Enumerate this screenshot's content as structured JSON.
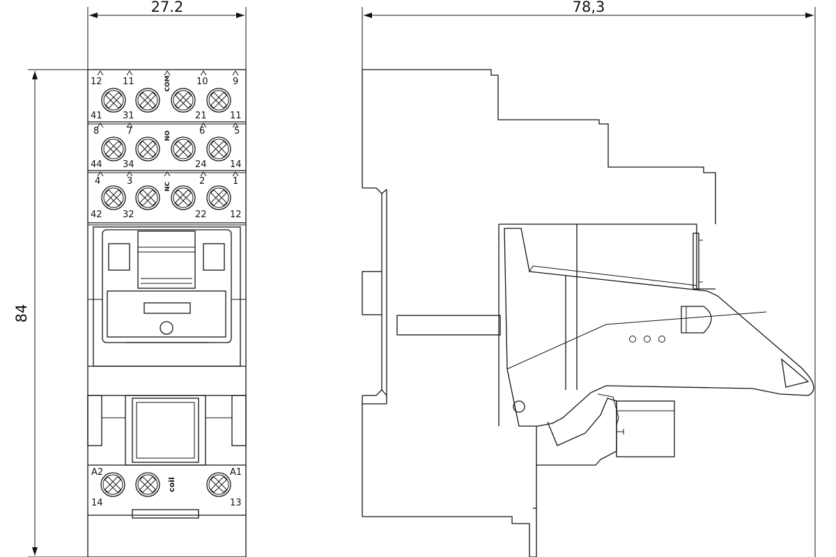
{
  "dimensions": {
    "width_front": "27.2",
    "width_side": "78,3",
    "height": "84"
  },
  "terminal_rows": [
    {
      "top": [
        "12",
        "11",
        "10",
        "9"
      ],
      "bottom": [
        "41",
        "31",
        "21",
        "11"
      ],
      "tag": "COM"
    },
    {
      "top": [
        "8",
        "7",
        "6",
        "5"
      ],
      "bottom": [
        "44",
        "34",
        "24",
        "14"
      ],
      "tag": "NO"
    },
    {
      "top": [
        "4",
        "3",
        "2",
        "1"
      ],
      "bottom": [
        "42",
        "32",
        "22",
        "12"
      ],
      "tag": "NC"
    }
  ],
  "coil": {
    "tag": "coil",
    "left_top": "A2",
    "left_bottom": "14",
    "right_top": "A1",
    "right_bottom": "13"
  }
}
